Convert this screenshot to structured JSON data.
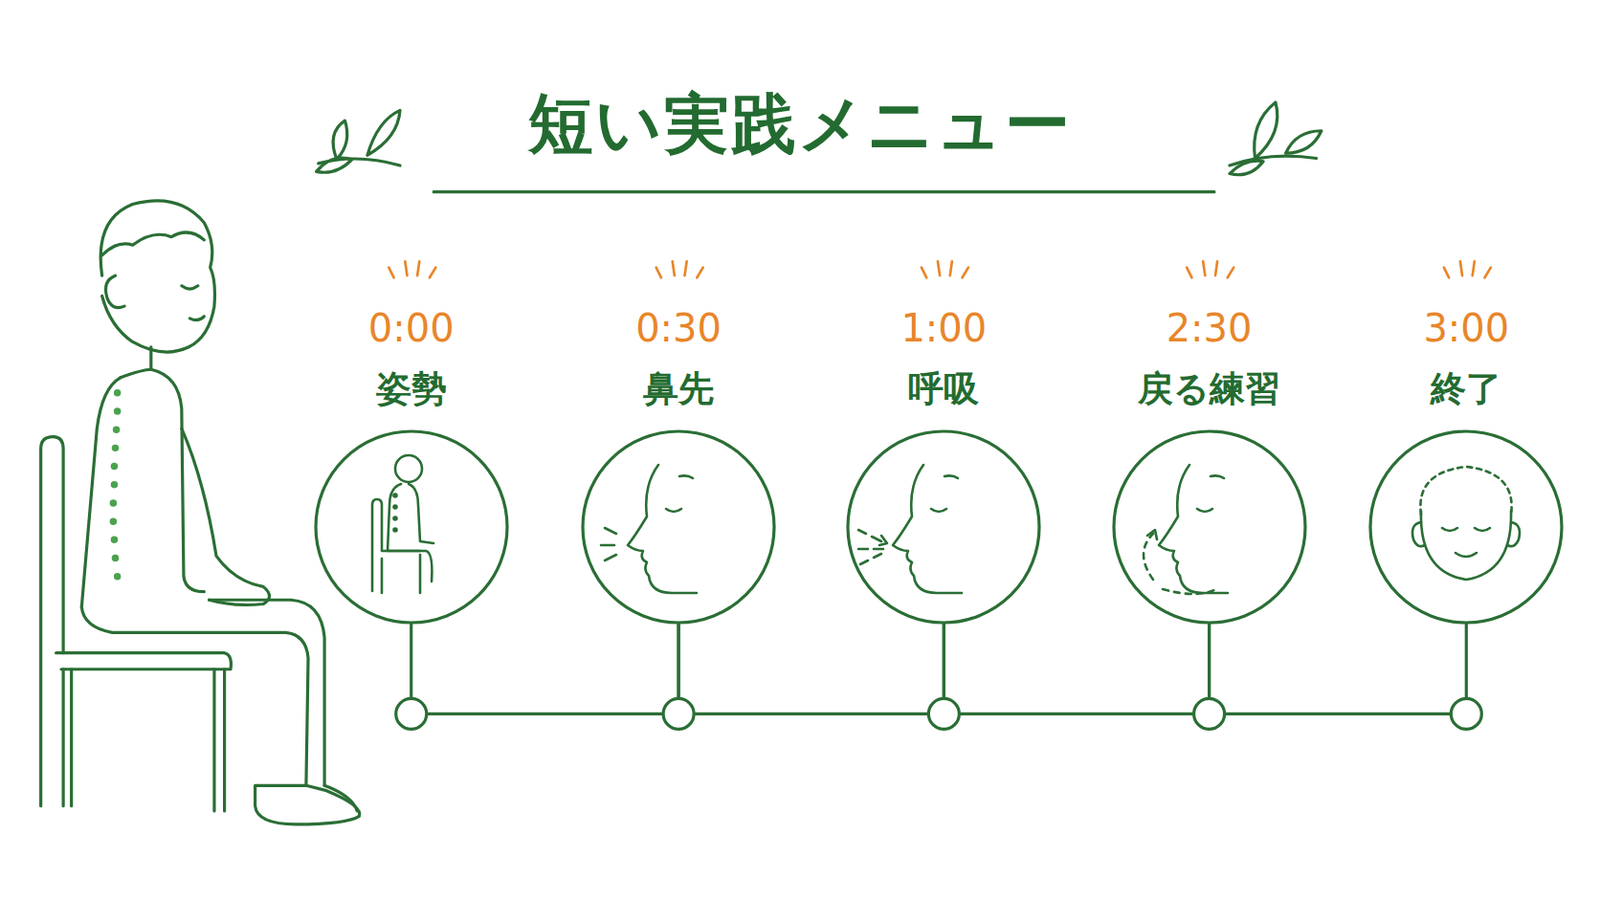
{
  "diagram": {
    "title": "短い実践メニュー",
    "nodes": [
      {
        "text": [
          "0:00",
          "姿勢"
        ]
      },
      {
        "text": [
          "0:30",
          "鼻先"
        ]
      },
      {
        "text": [
          "1:00",
          "呼吸"
        ]
      },
      {
        "text": [
          "2:30",
          "戻る練習"
        ]
      },
      {
        "text": [
          "3:00",
          "終了"
        ]
      }
    ],
    "edges": [
      {
        "from": 0,
        "to": 1,
        "arrow": "none"
      },
      {
        "from": 1,
        "to": 2,
        "arrow": "none"
      },
      {
        "from": 2,
        "to": 3,
        "arrow": "none"
      },
      {
        "from": 3,
        "to": 4,
        "arrow": "none"
      }
    ]
  }
}
